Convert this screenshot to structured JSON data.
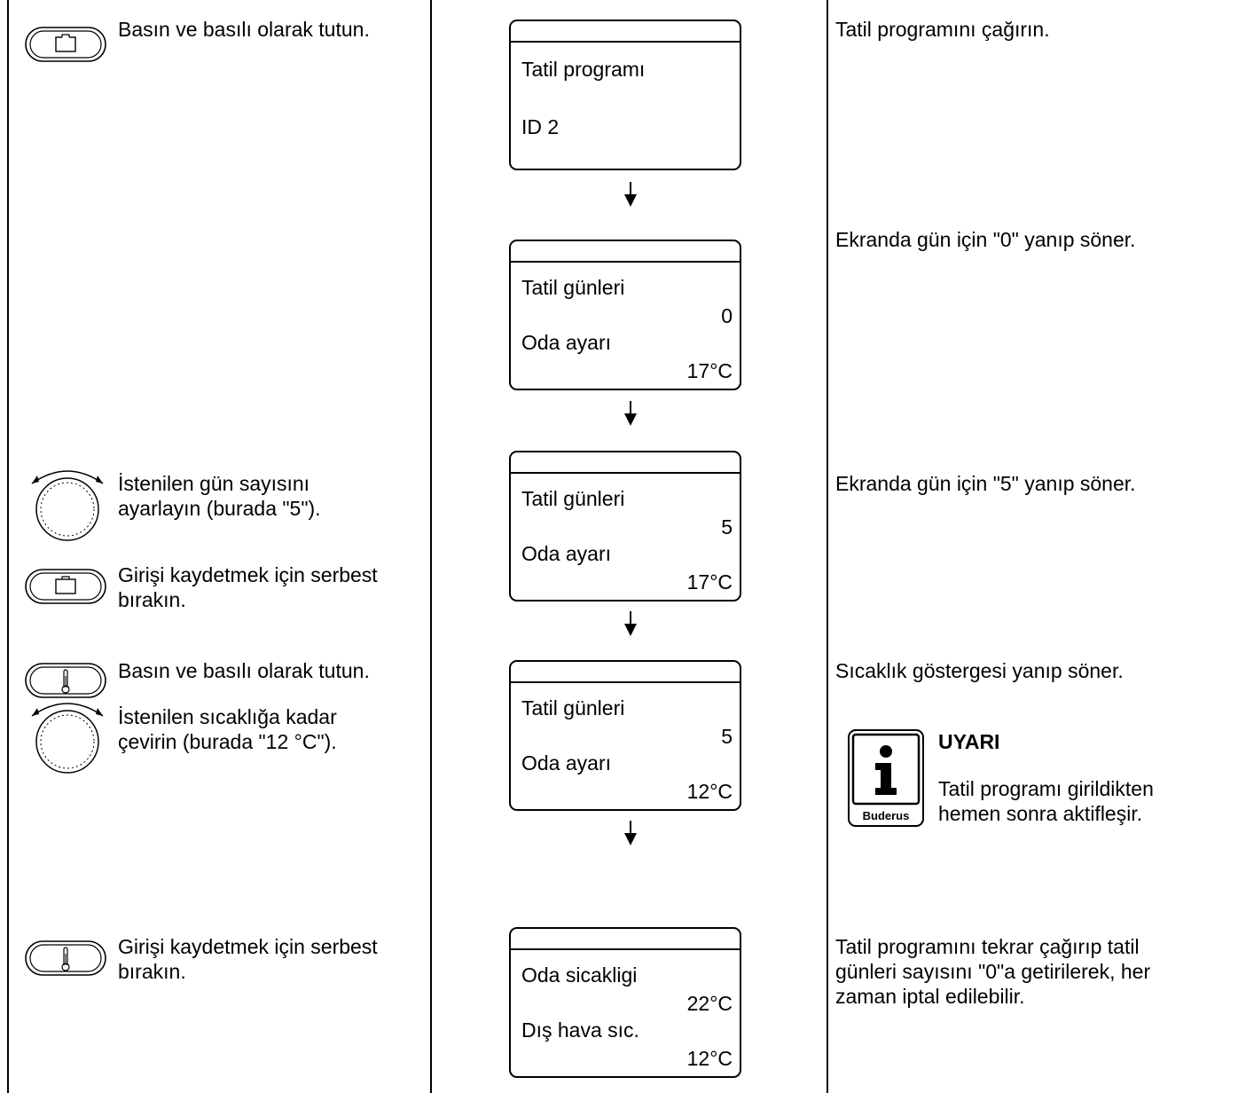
{
  "left_steps": [
    {
      "icon": "button-rect-icon",
      "text": "Basın ve basılı olarak tutun."
    },
    {
      "icon": "rotary-knob-icon",
      "text": "İstenilen gün sayısını\nayarlayın (burada \"5\")."
    },
    {
      "icon": "button-rect-icon",
      "text": "Girişi kaydetmek için serbest\nbırakın."
    },
    {
      "icon": "button-thermometer-icon",
      "text": "Basın ve basılı olarak tutun."
    },
    {
      "icon": "rotary-knob-icon",
      "text": "İstenilen sıcaklığa kadar\nçevirin (burada \"12 °C\")."
    },
    {
      "icon": "button-thermometer-icon",
      "text": "Girişi kaydetmek için serbest\nbırakın."
    }
  ],
  "displays": [
    {
      "line1": "Tatil programı",
      "value1": "",
      "line2": "ID 2",
      "value2": ""
    },
    {
      "line1": "Tatil günleri",
      "value1": "0",
      "line2": "Oda ayarı",
      "value2": "17°C"
    },
    {
      "line1": "Tatil günleri",
      "value1": "5",
      "line2": "Oda ayarı",
      "value2": "17°C"
    },
    {
      "line1": "Tatil günleri",
      "value1": "5",
      "line2": "Oda ayarı",
      "value2": "12°C"
    },
    {
      "line1": "Oda sicakligi",
      "value1": "22°C",
      "line2": "Dış hava sıc.",
      "value2": "12°C"
    }
  ],
  "right_notes": [
    "Tatil programını çağırın.",
    "Ekranda gün için \"0\" yanıp söner.",
    "Ekranda gün için \"5\" yanıp söner.",
    "Sıcaklık göstergesi yanıp söner.",
    "Tatil programını tekrar çağırıp tatil\ngünleri sayısını \"0\"a getirilerek, her\nzaman iptal edilebilir."
  ],
  "info_box": {
    "icon": "info-icon",
    "logo_text": "Buderus",
    "title": "UYARI",
    "text": "Tatil programı girildikten\nhemen sonra aktifleşir."
  }
}
